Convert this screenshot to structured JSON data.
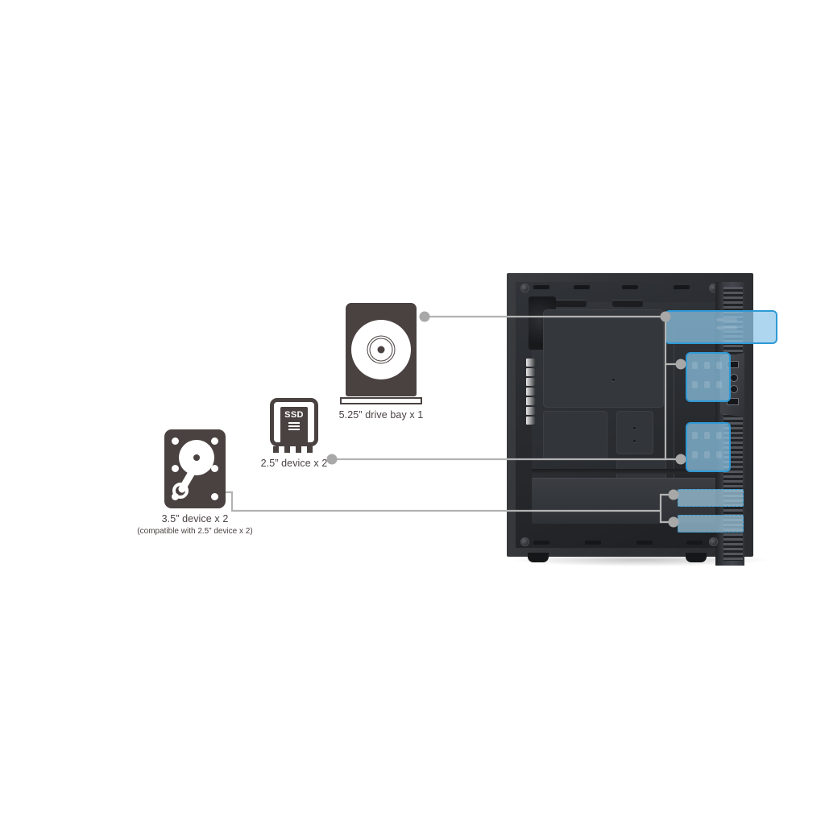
{
  "page": {
    "title": "Drive bay compatibility diagram",
    "background_color": "#ffffff"
  },
  "theme": {
    "icon_color": "#4a4241",
    "label_color": "#4a4241",
    "connector_color": "#b3b3b3",
    "connector_dot_color": "#a8a8a8",
    "highlight_fill": "#8fc6e7",
    "highlight_stroke": "#2e9ad6",
    "case_body_color": "#2a2c30"
  },
  "callouts": [
    {
      "id": "optical",
      "icon": "optical-disc-drive-icon",
      "label": "5.25” drive bay x 1",
      "sublabel": ""
    },
    {
      "id": "ssd",
      "icon": "ssd-icon",
      "icon_text": "SSD",
      "label": "2.5” device x 2",
      "sublabel": ""
    },
    {
      "id": "hdd",
      "icon": "hard-disk-drive-icon",
      "label": "3.5” device x 2",
      "sublabel": "(compatible with 2.5” device x 2)"
    }
  ],
  "case": {
    "name": "mid-tower-pc-case",
    "view": "interior-side-cutaway",
    "front_io": {
      "usb_ports": 2,
      "audio_jacks": 2
    },
    "feet": 2,
    "highlighted_bays": [
      {
        "id": "bay-525",
        "type": "5.25-inch-drive-bay",
        "count": 1,
        "style": "solid"
      },
      {
        "id": "bay-25-upper",
        "type": "2.5-inch-device-bay",
        "count": 1,
        "style": "solid"
      },
      {
        "id": "bay-25-lower",
        "type": "2.5-inch-device-bay",
        "count": 1,
        "style": "solid"
      },
      {
        "id": "bay-35-upper",
        "type": "3.5-inch-device-bay",
        "count": 1,
        "style": "dashed"
      },
      {
        "id": "bay-35-lower",
        "type": "3.5-inch-device-bay",
        "count": 1,
        "style": "dashed"
      }
    ]
  }
}
